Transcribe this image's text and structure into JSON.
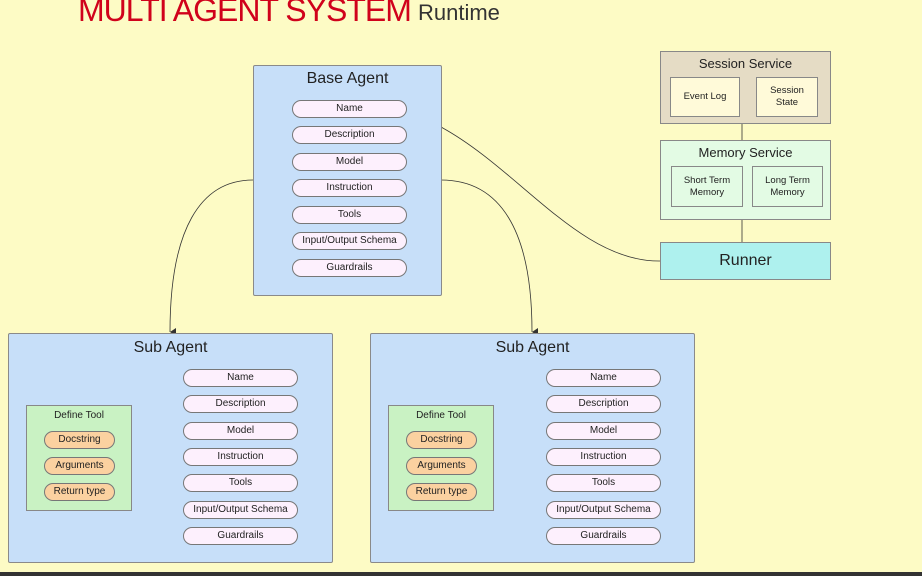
{
  "title": {
    "main": "MULTI AGENT SYSTEM",
    "sub": "Runtime"
  },
  "base_agent": {
    "title": "Base Agent",
    "fields": [
      "Name",
      "Description",
      "Model",
      "Instruction",
      "Tools",
      "Input/Output Schema",
      "Guardrails"
    ]
  },
  "sub_agent_left": {
    "title": "Sub Agent",
    "fields": [
      "Name",
      "Description",
      "Model",
      "Instruction",
      "Tools",
      "Input/Output Schema",
      "Guardrails"
    ],
    "define_tool": {
      "title": "Define Tool",
      "items": [
        "Docstring",
        "Arguments",
        "Return type"
      ]
    }
  },
  "sub_agent_right": {
    "title": "Sub Agent",
    "fields": [
      "Name",
      "Description",
      "Model",
      "Instruction",
      "Tools",
      "Input/Output Schema",
      "Guardrails"
    ],
    "define_tool": {
      "title": "Define Tool",
      "items": [
        "Docstring",
        "Arguments",
        "Return type"
      ]
    }
  },
  "session_service": {
    "title": "Session Service",
    "items": [
      "Event Log",
      "Session State"
    ]
  },
  "memory_service": {
    "title": "Memory Service",
    "items": [
      "Short Term Memory",
      "Long Term Memory"
    ]
  },
  "runner": {
    "label": "Runner"
  },
  "colors": {
    "background": "#fdfbc5",
    "title_red": "#d0021b",
    "agent_blue": "#c7dff9",
    "field_pill": "#fdf0fd",
    "tool_green": "#c9f2c3",
    "tool_pill_orange": "#fbd1a0",
    "session_tan": "#e5dcc5",
    "memory_green": "#e3fbe4",
    "runner_cyan": "#aef1ee"
  }
}
